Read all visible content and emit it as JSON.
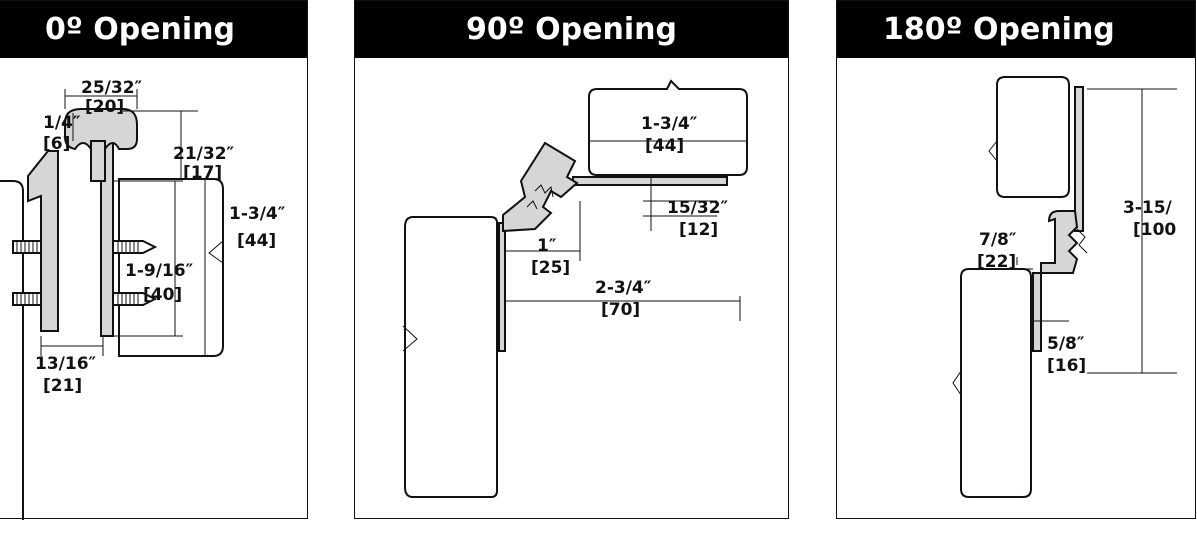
{
  "panels": [
    {
      "title": "0º Opening",
      "dims": [
        "25/32″",
        "[20]",
        "1/4″",
        "[6]",
        "21/32″",
        "[17]",
        "1-3/4″",
        "[44]",
        "1-9/16″",
        "[40]",
        "13/16″",
        "[21]"
      ]
    },
    {
      "title": "90º Opening",
      "dims": [
        "1-3/4″",
        "[44]",
        "15/32″",
        "[12]",
        "1″",
        "[25]",
        "2-3/4″",
        "[70]"
      ]
    },
    {
      "title": "180º Opening",
      "dims": [
        "7/8″",
        "[22]",
        "3-15/",
        "[100",
        "5/8″",
        "[16]"
      ]
    }
  ],
  "colors": {
    "header_bg": "#000000",
    "header_text": "#ffffff",
    "hinge_fill": "#d6d6d6"
  }
}
